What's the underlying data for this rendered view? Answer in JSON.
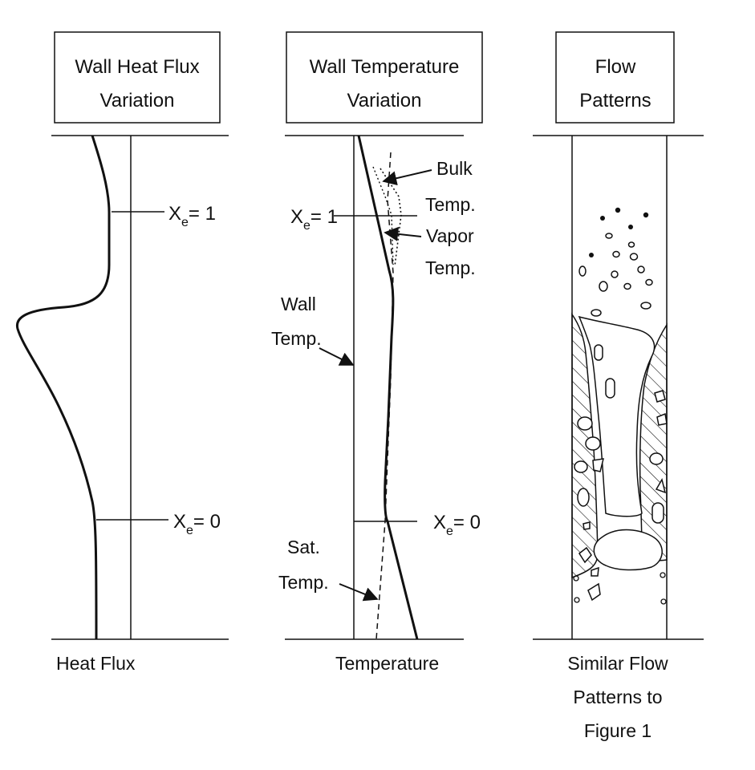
{
  "panels": [
    {
      "header_line1": "Wall Heat Flux",
      "header_line2": "Variation",
      "xe1": {
        "sym": "X",
        "sub": "e",
        "rest": "= 1"
      },
      "xe0": {
        "sym": "X",
        "sub": "e",
        "rest": "= 0"
      },
      "bottom_label": "Heat Flux"
    },
    {
      "header_line1": "Wall Temperature",
      "header_line2": "Variation",
      "xe1": {
        "sym": "X",
        "sub": "e",
        "rest": "= 1"
      },
      "xe0": {
        "sym": "X",
        "sub": "e",
        "rest": "= 0"
      },
      "labels": {
        "bulk_1": "Bulk",
        "bulk_2": "Temp.",
        "vapor_1": "Vapor",
        "vapor_2": "Temp.",
        "wall_1": "Wall",
        "wall_2": "Temp.",
        "sat_1": "Sat.",
        "sat_2": "Temp."
      },
      "bottom_label": "Temperature"
    },
    {
      "header_line1": "Flow",
      "header_line2": "Patterns",
      "bottom_line1": "Similar Flow",
      "bottom_line2": "Patterns to",
      "bottom_line3": "Figure 1"
    }
  ]
}
